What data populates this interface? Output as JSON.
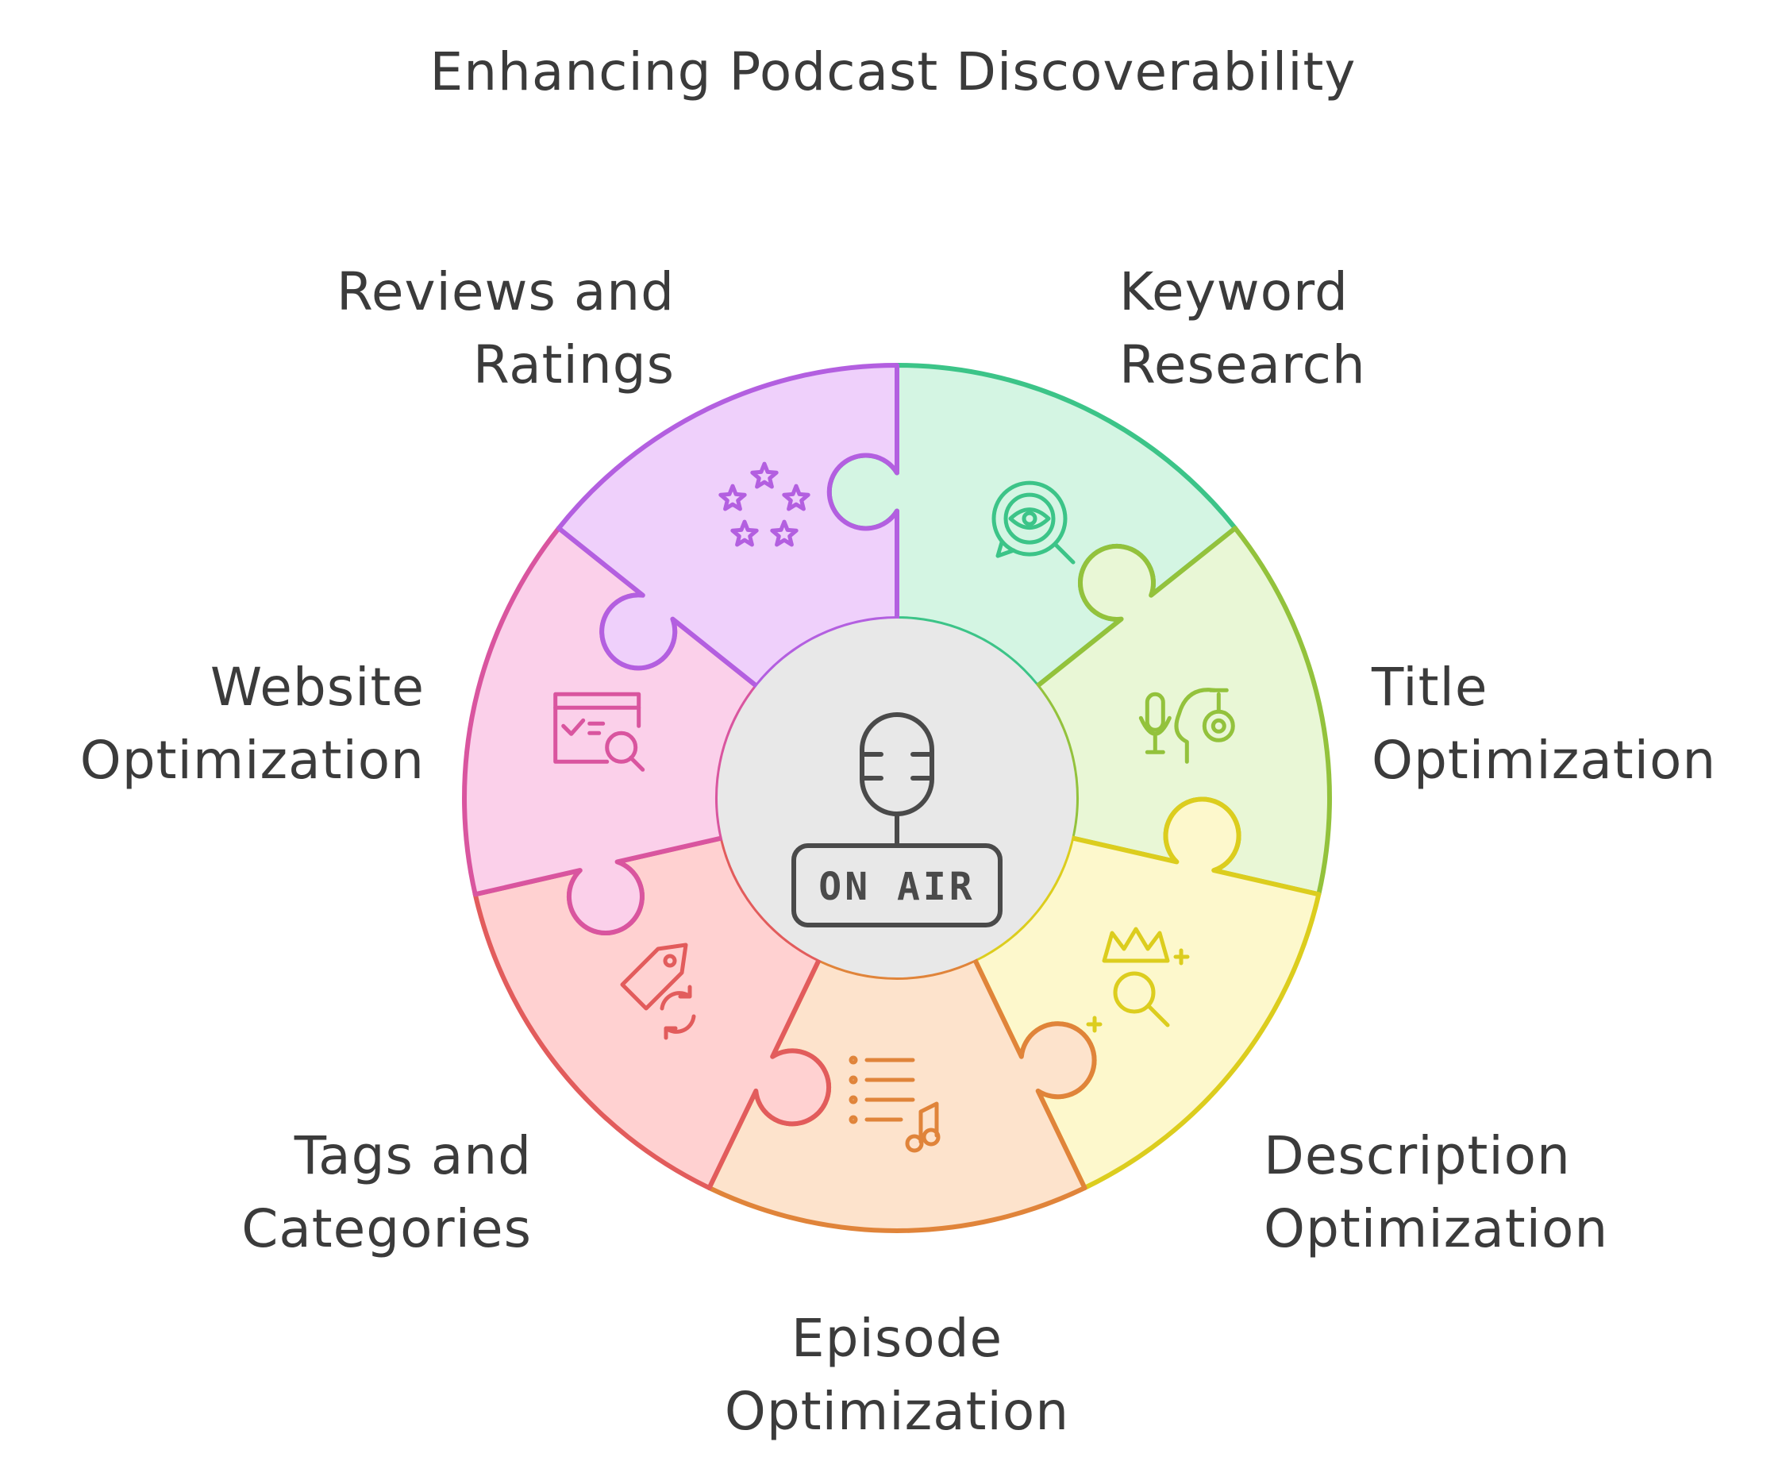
{
  "title": "Enhancing Podcast Discoverability",
  "center": {
    "badge_text": "ON AIR",
    "icon": "microphone-icon"
  },
  "segments": [
    {
      "id": "keyword-research",
      "lines": [
        "Keyword",
        "Research"
      ],
      "icon": "eye-search-icon",
      "fill": "#d4f5e3",
      "stroke": "#3cc488"
    },
    {
      "id": "title-optimization",
      "lines": [
        "Title",
        "Optimization"
      ],
      "icon": "mic-head-target-icon",
      "fill": "#e9f7d6",
      "stroke": "#93c23c"
    },
    {
      "id": "description-optimization",
      "lines": [
        "Description",
        "Optimization"
      ],
      "icon": "crown-search-icon",
      "fill": "#fdf8cc",
      "stroke": "#dccd1e"
    },
    {
      "id": "episode-optimization",
      "lines": [
        "Episode",
        "Optimization"
      ],
      "icon": "list-music-icon",
      "fill": "#fde3cc",
      "stroke": "#e0843a"
    },
    {
      "id": "tags-and-categories",
      "lines": [
        "Tags and",
        "Categories"
      ],
      "icon": "tag-refresh-icon",
      "fill": "#ffd1d1",
      "stroke": "#e25c5c"
    },
    {
      "id": "website-optimization",
      "lines": [
        "Website",
        "Optimization"
      ],
      "icon": "browser-search-icon",
      "fill": "#fbd0ea",
      "stroke": "#d9559f"
    },
    {
      "id": "reviews-and-ratings",
      "lines": [
        "Reviews and",
        "Ratings"
      ],
      "icon": "stars-icon",
      "fill": "#efd0fb",
      "stroke": "#b35fe0"
    }
  ],
  "colors": {
    "center_fill": "#e8e8e8",
    "center_stroke": "#4a4a4a",
    "text": "#3b3b3b"
  }
}
